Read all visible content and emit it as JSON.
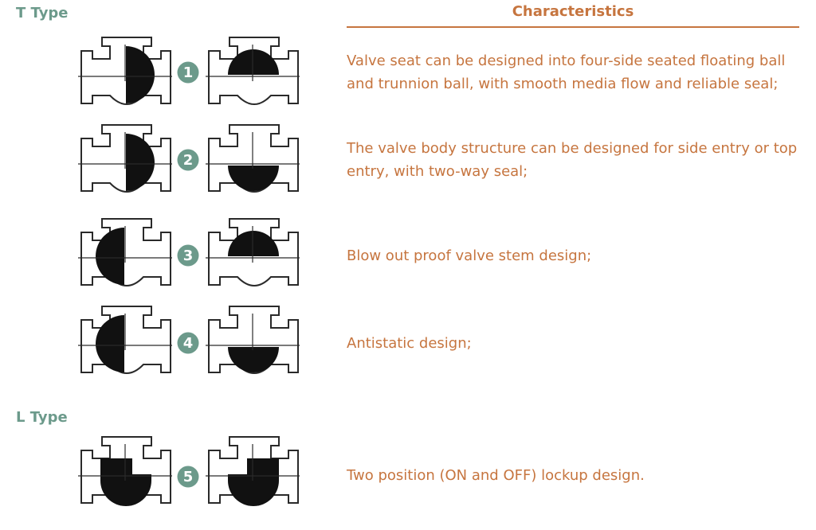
{
  "sections": {
    "t_type": "T Type",
    "l_type": "L Type"
  },
  "characteristics": {
    "heading": "Characteristics",
    "items": [
      {
        "number": "1",
        "text": "Valve seat can be designed into four-side seated floating ball and trunnion ball, with smooth media flow and reliable seal;"
      },
      {
        "number": "2",
        "text": "The valve body structure can be designed for side entry or top entry, with two-way seal;"
      },
      {
        "number": "3",
        "text": "Blow out proof valve stem design;"
      },
      {
        "number": "4",
        "text": "Antistatic design;"
      },
      {
        "number": "5",
        "text": "Two position (ON and OFF) lockup design."
      }
    ]
  },
  "colors": {
    "accent": "#c6753f",
    "badge": "#6c9a8b",
    "ink": "#2a2a2a"
  }
}
